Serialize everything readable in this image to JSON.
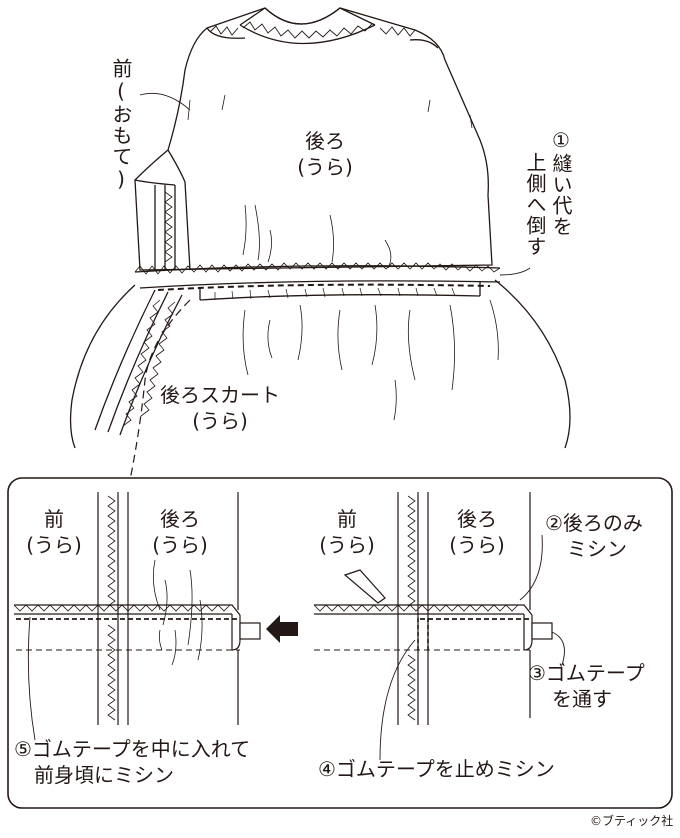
{
  "main": {
    "front_label": "前",
    "front_label_sub": "(おもて)",
    "back_label": "後ろ",
    "back_label_sub": "(うら)",
    "step1_text": "①縫い代を",
    "step1_text2": "上側へ倒す",
    "skirt_label": "後ろスカート",
    "skirt_label_sub": "(うら)"
  },
  "detail_left": {
    "front_label": "前",
    "front_sub": "(うら)",
    "back_label": "後ろ",
    "back_sub": "(うら)",
    "step5_line1": "⑤ゴムテープを中に入れて",
    "step5_line2": "前身頃にミシン"
  },
  "detail_right": {
    "front_label": "前",
    "front_sub": "(うら)",
    "back_label": "後ろ",
    "back_sub": "(うら)",
    "step2_line1": "②後ろのみ",
    "step2_line2": "ミシン",
    "step3_line1": "③ゴムテープ",
    "step3_line2": "を通す",
    "step4_text": "④ゴムテープを止めミシン"
  },
  "copyright": "©ブティック社"
}
